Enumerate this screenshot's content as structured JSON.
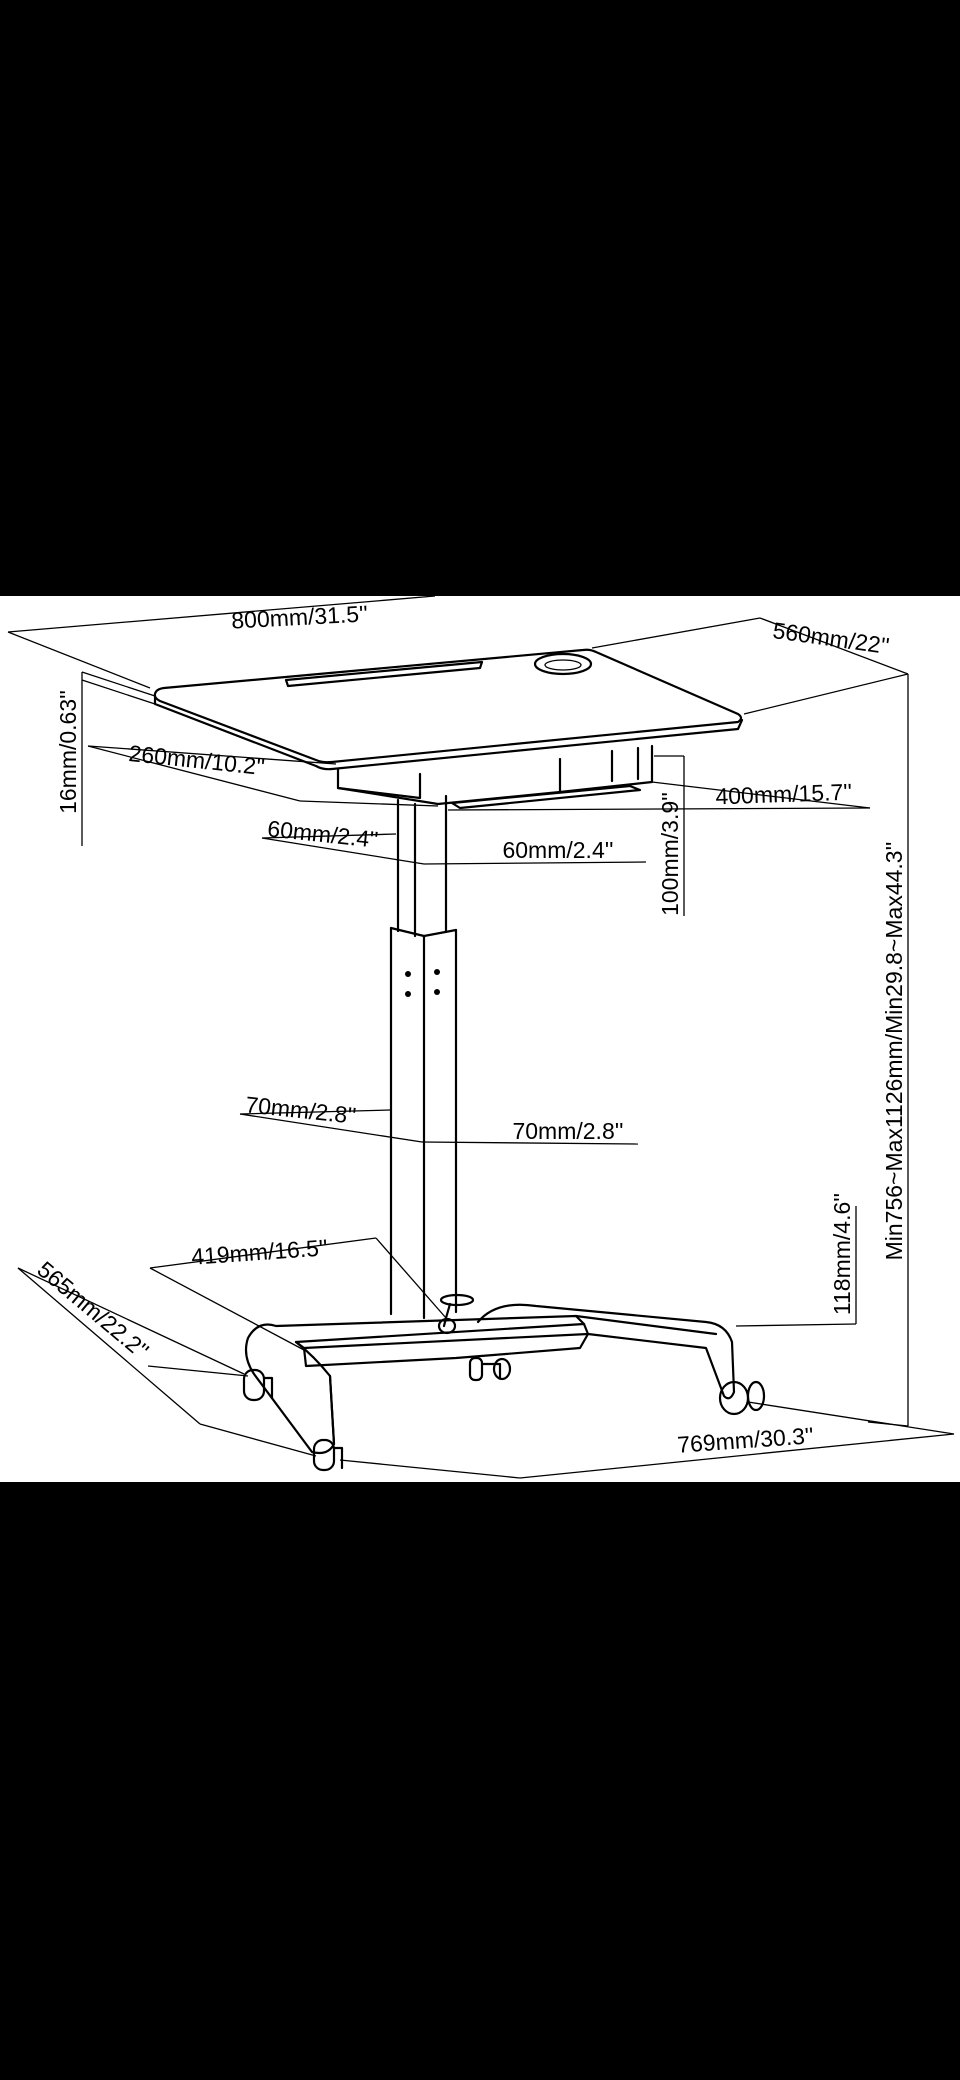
{
  "dimensions": {
    "top_width": "800mm/31.5''",
    "top_depth": "560mm/22''",
    "top_thickness": "16mm/0.63''",
    "tray_depth": "260mm/10.2''",
    "tray_width": "400mm/15.7''",
    "upper_column_depth": "60mm/2.4''",
    "upper_column_width": "60mm/2.4''",
    "tray_height": "100mm/3.9''",
    "lower_column_depth": "70mm/2.8''",
    "lower_column_width": "70mm/2.8''",
    "pedal_width": "419mm/16.5''",
    "base_height": "118mm/4.6''",
    "total_height": "Min756~Max1126mm/Min29.8~Max44.3''",
    "base_depth": "565mm/22.2''",
    "base_width": "769mm/30.3''"
  }
}
